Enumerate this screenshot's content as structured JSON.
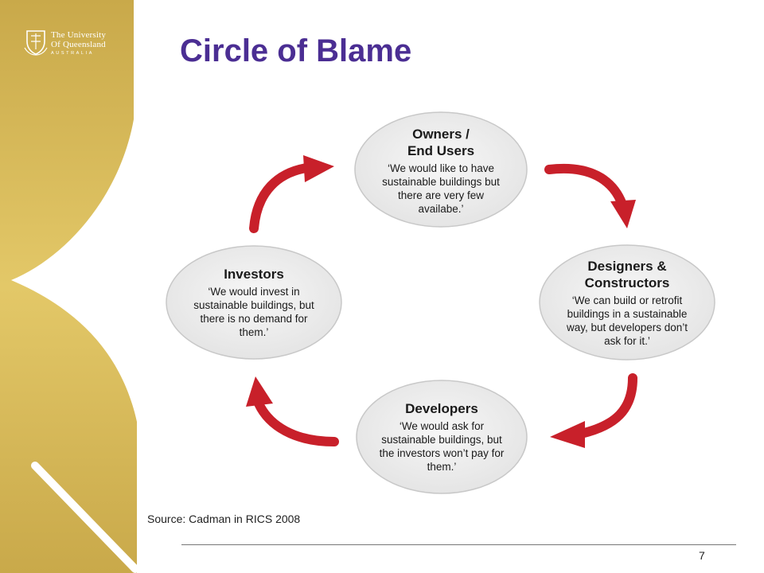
{
  "colors": {
    "gold": "#c9a94a",
    "gold_light": "#e3c868",
    "title_purple": "#4b2e93",
    "arrow_red": "#c8202a",
    "ellipse_fill": "#ebebeb",
    "ellipse_stroke": "#c8c8c8"
  },
  "logo": {
    "line1": "The University",
    "line2": "Of Queensland",
    "line3": "AUSTRALIA",
    "icon": "crest-icon"
  },
  "slide": {
    "title": "Circle of Blame",
    "source": "Source: Cadman in RICS 2008",
    "page_number": "7"
  },
  "diagram": {
    "nodes": [
      {
        "id": "owners",
        "title": "Owners /\nEnd Users",
        "quote": "‘We would like to have\nsustainable buildings but\nthere are very few\navailabe.’"
      },
      {
        "id": "designers",
        "title": "Designers &\nConstructors",
        "quote": "‘We can build or retrofit\nbuildings in a sustainable\nway, but developers don’t\nask for it.’"
      },
      {
        "id": "developers",
        "title": "Developers",
        "quote": "‘We would ask for\nsustainable buildings, but\nthe investors won’t pay for\nthem.’"
      },
      {
        "id": "investors",
        "title": "Investors",
        "quote": "‘We would invest in\nsustainable buildings, but\nthere is no demand for\nthem.’"
      }
    ],
    "arrows": [
      {
        "from": "owners",
        "to": "designers",
        "icon": "curved-arrow-icon"
      },
      {
        "from": "designers",
        "to": "developers",
        "icon": "curved-arrow-icon"
      },
      {
        "from": "developers",
        "to": "investors",
        "icon": "curved-arrow-icon"
      },
      {
        "from": "investors",
        "to": "owners",
        "icon": "curved-arrow-icon"
      }
    ]
  }
}
